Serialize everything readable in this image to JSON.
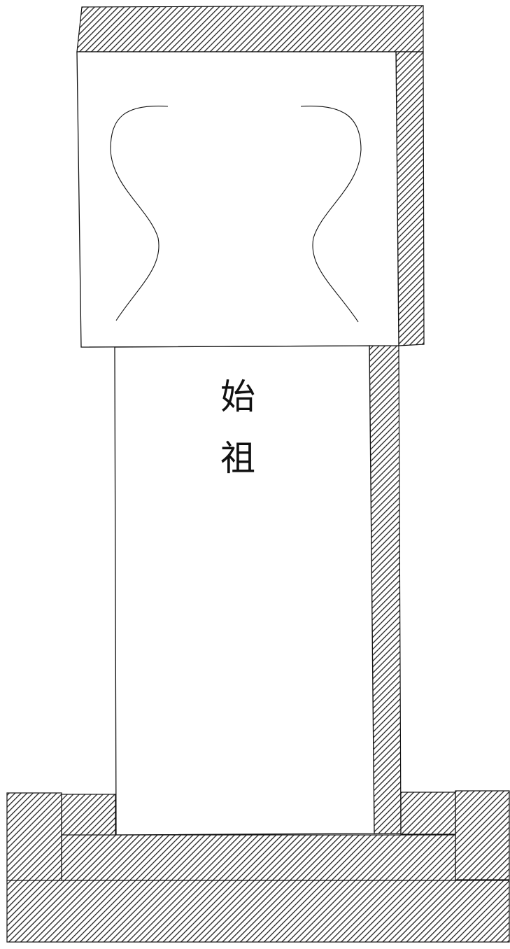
{
  "inscription": {
    "characters": [
      "始",
      "祖"
    ]
  },
  "colors": {
    "outline": "#111111",
    "hatch_line": "#222222",
    "hatch_background": "#ffffff",
    "face": "#ffffff"
  },
  "hatch_pattern": "diagonal-lines"
}
